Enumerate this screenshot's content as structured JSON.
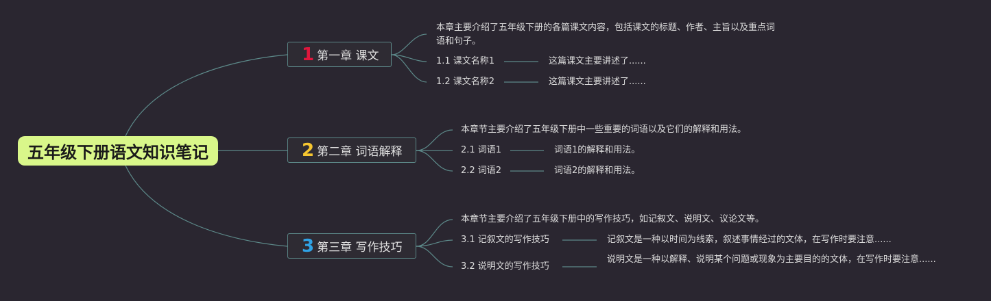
{
  "root": {
    "title": "五年级下册语文知识笔记",
    "color": "#d9f78a"
  },
  "chapters": [
    {
      "number": "1",
      "number_color": "#e0173d",
      "title": "第一章 课文",
      "summary": "本章主要介绍了五年级下册的各篇课文内容，包括课文的标题、作者、主旨以及重点词语和句子。",
      "items": [
        {
          "label": "1.1 课文名称1",
          "detail": "这篇课文主要讲述了......"
        },
        {
          "label": "1.2 课文名称2",
          "detail": "这篇课文主要讲述了......"
        }
      ]
    },
    {
      "number": "2",
      "number_color": "#f6c630",
      "title": "第二章 词语解释",
      "summary": "本章节主要介绍了五年级下册中一些重要的词语以及它们的解释和用法。",
      "items": [
        {
          "label": "2.1 词语1",
          "detail": "词语1的解释和用法。"
        },
        {
          "label": "2.2 词语2",
          "detail": "词语2的解释和用法。"
        }
      ]
    },
    {
      "number": "3",
      "number_color": "#2fa3e6",
      "title": "第三章 写作技巧",
      "summary": "本章节主要介绍了五年级下册中的写作技巧，如记叙文、说明文、议论文等。",
      "items": [
        {
          "label": "3.1 记叙文的写作技巧",
          "detail": "记叙文是一种以时间为线索，叙述事情经过的文体，在写作时要注意......"
        },
        {
          "label": "3.2 说明文的写作技巧",
          "detail": "说明文是一种以解释、说明某个问题或现象为主要目的的文体，在写作时要注意......"
        }
      ]
    }
  ],
  "colors": {
    "background": "#2a2630",
    "connector": "#5d8a8a"
  }
}
